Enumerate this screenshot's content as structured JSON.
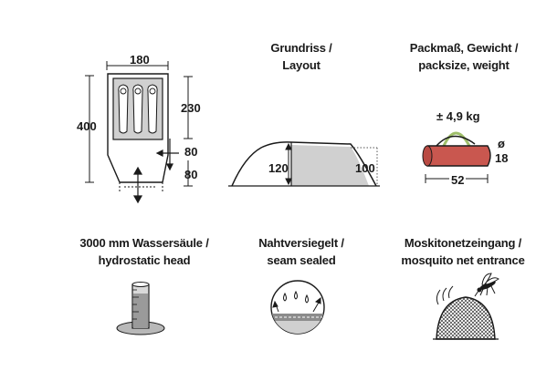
{
  "floorplan": {
    "width_label": "180",
    "length_label": "400",
    "inner_length_label": "230",
    "entrance_width_label": "80",
    "entrance_depth_label": "80"
  },
  "layout": {
    "title_line1": "Grundriss /",
    "title_line2": "Layout",
    "height_front_label": "120",
    "height_rear_label": "100"
  },
  "packsize": {
    "title_line1": "Packmaß, Gewicht /",
    "title_line2": "packsize, weight",
    "weight_label": "± 4,9 kg",
    "diameter_symbol": "ø",
    "diameter_label": "18",
    "length_label": "52"
  },
  "hydrostatic": {
    "title_line1": "3000 mm Wassersäule /",
    "title_line2": "hydrostatic head"
  },
  "seams": {
    "title_line1": "Nahtversiegelt /",
    "title_line2": "seam sealed"
  },
  "mosquito": {
    "title_line1": "Moskitonetzeingang /",
    "title_line2": "mosquito net entrance"
  },
  "colors": {
    "text": "#1a1a1a",
    "fill_gray": "#d0d0d0",
    "pack_bag": "#c9574f",
    "pack_handle": "#9fbf6a",
    "dotted": "#555555"
  },
  "icons": [
    "tent-floorplan-icon",
    "tent-side-profile-icon",
    "pack-bag-icon",
    "water-column-icon",
    "seam-sealed-icon",
    "mosquito-net-icon"
  ]
}
